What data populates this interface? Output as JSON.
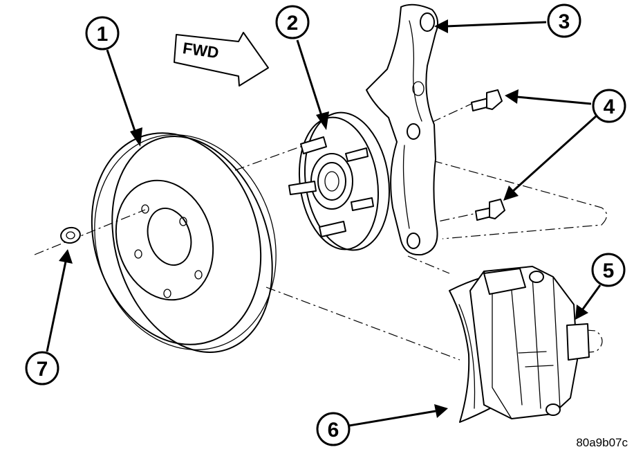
{
  "diagram": {
    "direction_label": "FWD",
    "figure_id": "80a9b07c",
    "callouts": [
      {
        "number": "1",
        "part": "brake-rotor"
      },
      {
        "number": "2",
        "part": "hub-and-bearing"
      },
      {
        "number": "3",
        "part": "steering-knuckle"
      },
      {
        "number": "4",
        "part": "caliper-guide-pin-bolts"
      },
      {
        "number": "5",
        "part": "disc-brake-caliper"
      },
      {
        "number": "6",
        "part": "caliper-adapter"
      },
      {
        "number": "7",
        "part": "retaining-clip"
      }
    ]
  }
}
